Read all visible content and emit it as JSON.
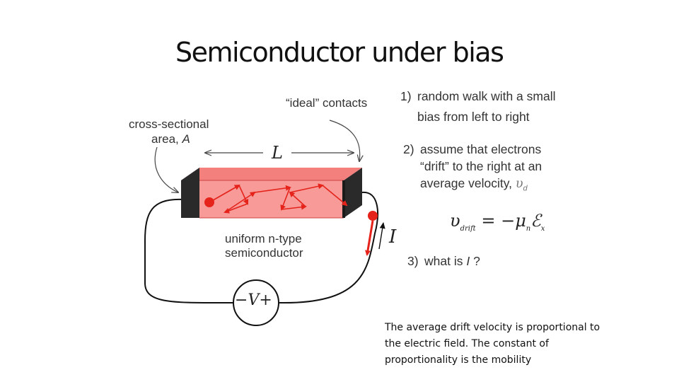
{
  "slide": {
    "title": "Semiconductor under bias",
    "labels": {
      "ideal_contacts": "“ideal” contacts",
      "cross_section_line1": "cross-sectional",
      "cross_section_line2_prefix": "area, ",
      "cross_section_line2_var": "A",
      "length_var": "L",
      "material_line1": "uniform n-type",
      "material_line2": "semiconductor",
      "current_var": "I",
      "source_minus": "−",
      "source_var": "V",
      "source_plus": "+"
    },
    "steps": [
      {
        "num": "1)",
        "line1": "random walk with a small",
        "line2": "bias from left to right"
      },
      {
        "num": "2)",
        "line1": "assume that electrons",
        "line2": "“drift” to the right at an",
        "line3_prefix": "average velocity, ",
        "line3_var": "υ",
        "line3_sub": "d"
      },
      {
        "num": "3)",
        "line1_prefix": "what is ",
        "line1_var": "I",
        "line1_suffix": " ?"
      }
    ],
    "equation": {
      "lhs": "υ",
      "lhs_sub": "drift",
      "eq": " = −",
      "mu": "μ",
      "mu_sub": "n",
      "field": "ℰ",
      "field_sub": "x"
    },
    "note": "The average drift velocity is proportional to the electric field. The constant of proportionality is the mobility"
  },
  "colors": {
    "bar_fill": "#f79a98",
    "bar_top": "#f26a67",
    "contact": "#2a2a2a",
    "electron": "#e5231b",
    "wire": "#111111"
  }
}
